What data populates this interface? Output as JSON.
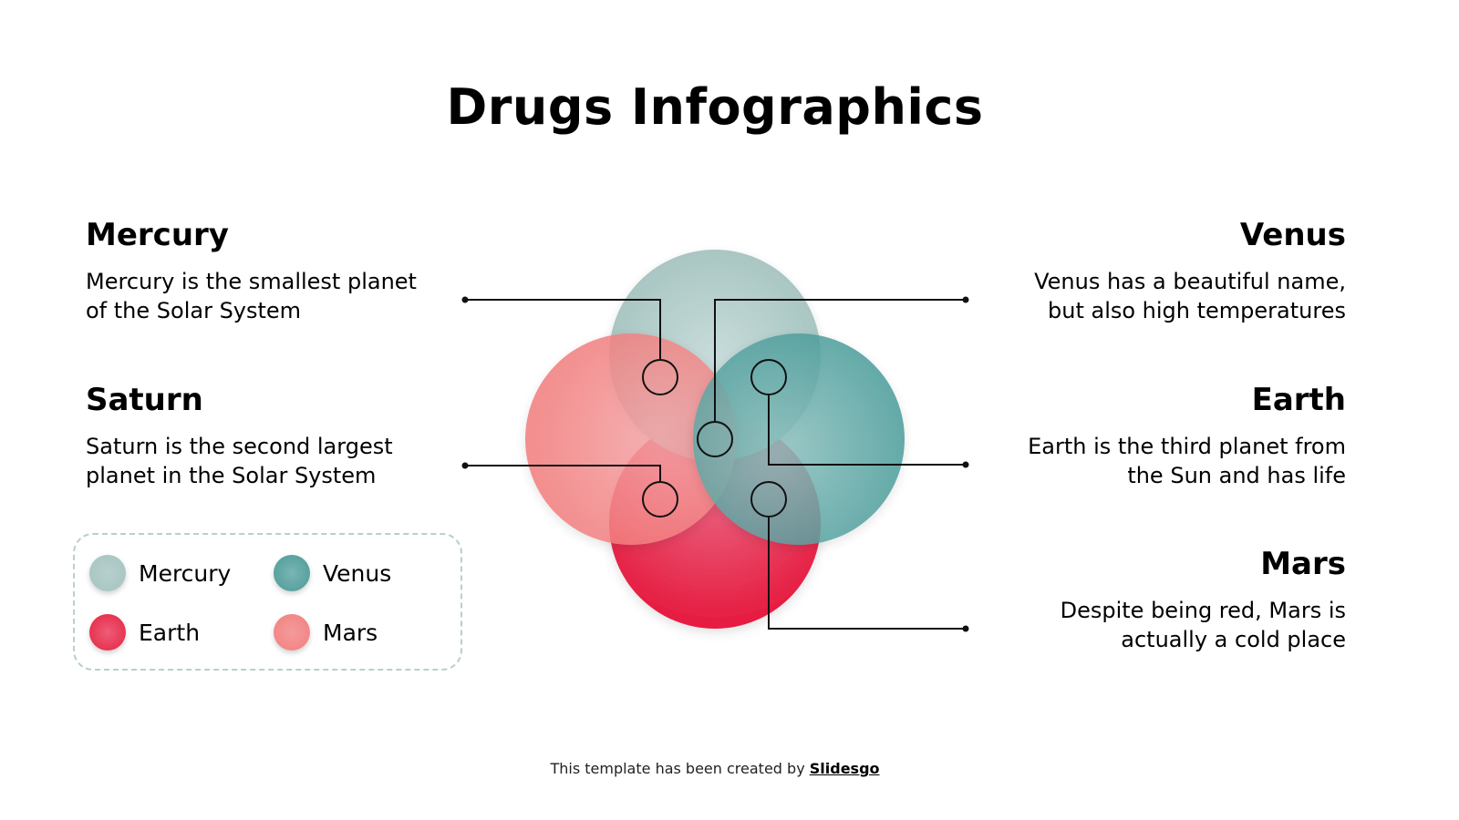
{
  "title": "Drugs Infographics",
  "items": {
    "mercury": {
      "heading": "Mercury",
      "text_line1": "Mercury is the smallest planet",
      "text_line2": "of the Solar System",
      "color": "#a9c7c4"
    },
    "saturn": {
      "heading": "Saturn",
      "text_line1": "Saturn is the second largest",
      "text_line2": "planet in the Solar System"
    },
    "venus": {
      "heading": "Venus",
      "text_line1": "Venus has a beautiful name,",
      "text_line2": "but also high temperatures",
      "color": "#4f9f9d"
    },
    "earth": {
      "heading": "Earth",
      "text_line1": "Earth is the third planet from",
      "text_line2": "the Sun and has life",
      "color": "#e8274a"
    },
    "mars": {
      "heading": "Mars",
      "text_line1": "Despite being red, Mars is",
      "text_line2": "actually a cold place",
      "color": "#f48382"
    }
  },
  "legend": [
    {
      "label": "Mercury",
      "color": "#a9c7c4"
    },
    {
      "label": "Venus",
      "color": "#4f9f9d"
    },
    {
      "label": "Earth",
      "color": "#e8274a"
    },
    {
      "label": "Mars",
      "color": "#f48382"
    }
  ],
  "footer": {
    "prefix": "This template has been created by ",
    "brand": "Slidesgo"
  }
}
